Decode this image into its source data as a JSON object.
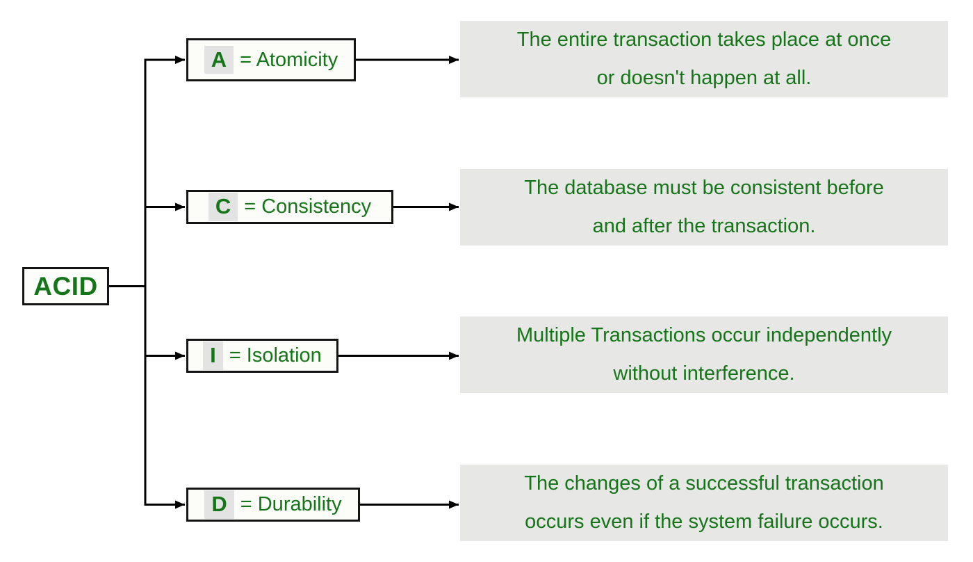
{
  "diagram": {
    "root": {
      "label": "ACID"
    },
    "nodes": [
      {
        "letter": "A",
        "label_rest": "= Atomicity",
        "desc_lines": [
          "The entire transaction takes place at once",
          "or doesn't happen at all."
        ]
      },
      {
        "letter": "C",
        "label_rest": "= Consistency",
        "desc_lines": [
          "The database must be consistent before",
          "and after the transaction."
        ]
      },
      {
        "letter": "I",
        "label_rest": "= Isolation",
        "desc_lines": [
          "Multiple Transactions occur independently",
          "without interference."
        ]
      },
      {
        "letter": "D",
        "label_rest": "= Durability",
        "desc_lines": [
          "The changes of a successful transaction",
          "occurs even if the system failure occurs."
        ]
      }
    ],
    "colors": {
      "text_green": "#157518",
      "desc_bg": "#e7e7e6",
      "letter_bg": "#e3e3e3",
      "line": "#000000"
    }
  }
}
